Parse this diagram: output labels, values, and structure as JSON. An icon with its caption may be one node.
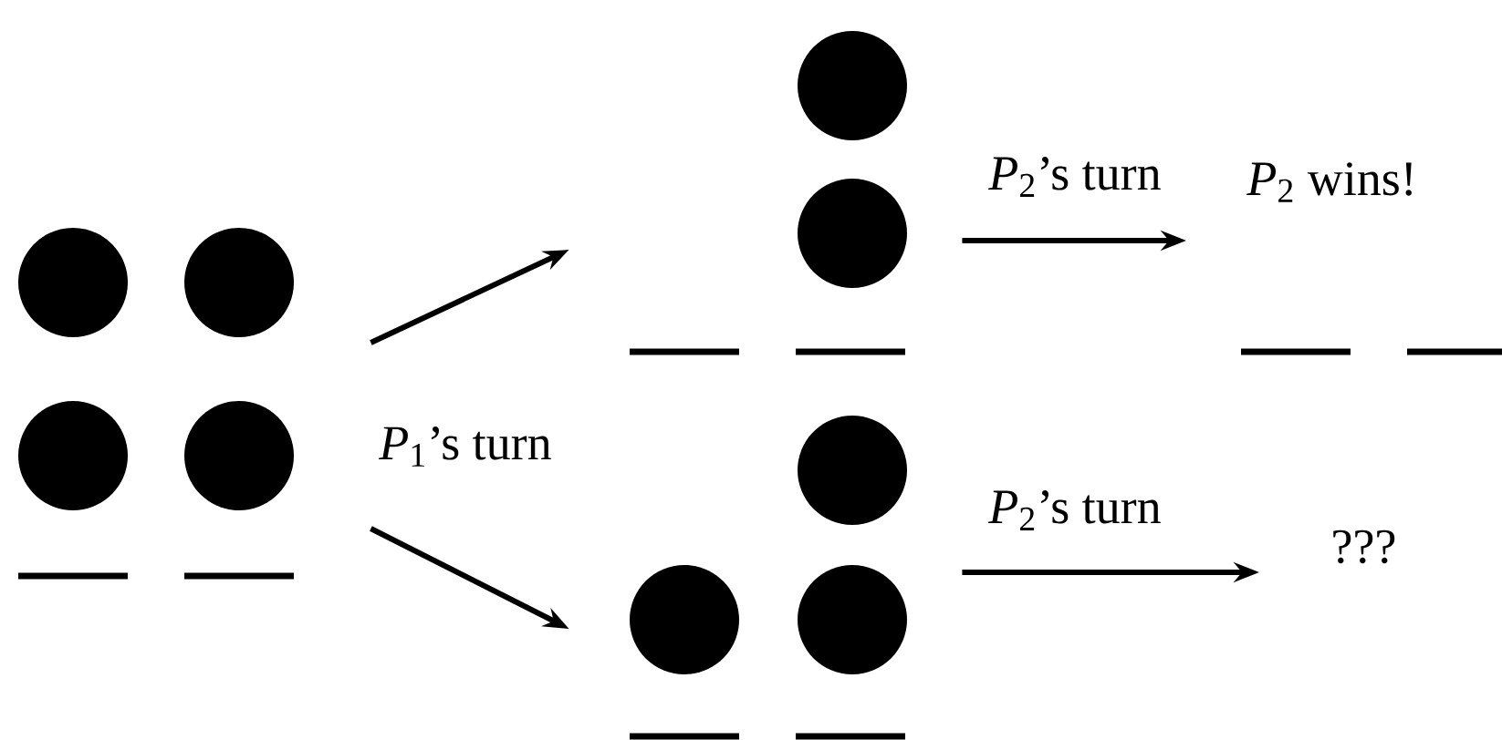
{
  "diagram": {
    "nodes": [
      {
        "text": [],
        "shape": "picture"
      },
      {
        "text": [],
        "shape": "picture"
      },
      {
        "text": [],
        "shape": "picture"
      },
      {
        "text": [
          "*P*$_{2}$ wins!"
        ]
      },
      {
        "text": [
          "???"
        ]
      }
    ],
    "edges": [
      {
        "from": 0,
        "to": 1,
        "arrow": "to"
      },
      {
        "from": 0,
        "to": 2,
        "arrow": "to"
      },
      {
        "from": 1,
        "to": 3,
        "arrow": "to",
        "label": "*P*$_{2}$’s turn"
      },
      {
        "from": 2,
        "to": 4,
        "arrow": "to",
        "label": "*P*$_{2}$’s turn"
      }
    ],
    "labels": [
      "*P*$_{1}$’s turn"
    ]
  }
}
